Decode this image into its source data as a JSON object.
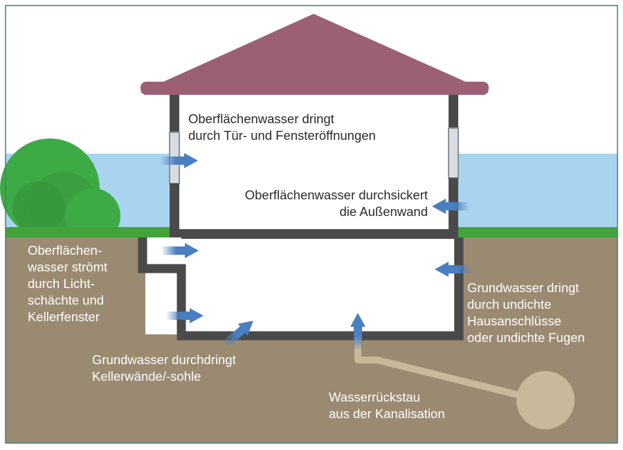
{
  "colors": {
    "frame": "#3a7f8a",
    "sky": "#a9d4ef",
    "grass": "#43a33a",
    "soil": "#9b8a72",
    "roof": "#9b6073",
    "wall": "#4a4a4a",
    "bush": "#3eaa45",
    "sewer": "#c9b99c",
    "arrow": "#4a7fc1",
    "label_dark": "#2a2a2a",
    "label_light": "#ffffff"
  },
  "labels": {
    "door_window": [
      "Oberflächenwasser dringt",
      "durch Tür- und Fensteröffnungen"
    ],
    "outer_wall": [
      "Oberflächenwasser durchsickert",
      "die Außenwand"
    ],
    "light_shafts": [
      "Oberflächen-",
      "wasser strömt",
      "durch Licht-",
      "schächte und",
      "Kellerfenster"
    ],
    "house_connections": [
      "Grundwasser dringt",
      "durch undichte",
      "Hausanschlüsse",
      "oder undichte Fugen"
    ],
    "basement_walls": [
      "Grundwasser durchdringt",
      "Kellerwände/-sohle"
    ],
    "sewer_backflow": [
      "Wasserrückstau",
      "aus der Kanalisation"
    ]
  },
  "icons": {
    "arrow": "arrow-icon",
    "bush": "bush-icon",
    "sewer": "sewer-icon"
  }
}
